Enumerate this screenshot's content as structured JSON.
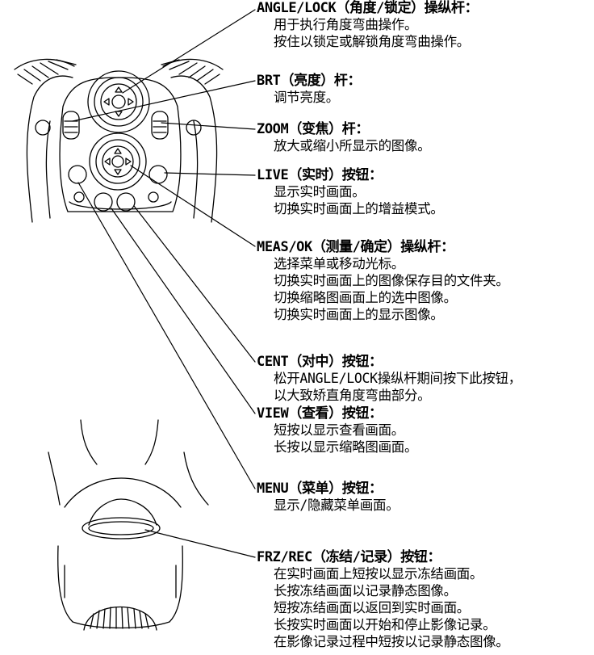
{
  "entries": [
    {
      "title": "ANGLE/LOCK（角度/锁定）操纵杆：",
      "lines": [
        "用于执行角度弯曲操作。",
        "按住以锁定或解锁角度弯曲操作。"
      ]
    },
    {
      "title": "BRT（亮度）杆：",
      "lines": [
        "调节亮度。"
      ]
    },
    {
      "title": "ZOOM（变焦）杆：",
      "lines": [
        "放大或缩小所显示的图像。"
      ]
    },
    {
      "title": "LIVE（实时）按钮：",
      "lines": [
        "显示实时画面。",
        "切换实时画面上的增益模式。"
      ]
    },
    {
      "title": "MEAS/OK（测量/确定）操纵杆：",
      "lines": [
        "选择菜单或移动光标。",
        "切换实时画面上的图像保存目的文件夹。",
        "切换缩略图画面上的选中图像。",
        "切换实时画面上的显示图像。"
      ]
    },
    {
      "title": "CENT（对中）按钮：",
      "lines": [
        "松开ANGLE/LOCK操纵杆期间按下此按钮，",
        "以大致矫直角度弯曲部分。"
      ]
    },
    {
      "title": "VIEW（查看）按钮：",
      "lines": [
        "短按以显示查看画面。",
        "长按以显示缩略图画面。"
      ]
    },
    {
      "title": "MENU（菜单）按钮：",
      "lines": [
        "显示/隐藏菜单画面。"
      ]
    },
    {
      "title": "FRZ/REC（冻结/记录）按钮：",
      "lines": [
        "在实时画面上短按以显示冻结画面。",
        "长按冻结画面以记录静态图像。",
        "短按冻结画面以返回到实时画面。",
        "长按实时画面以开始和停止影像记录。",
        "在影像记录过程中短按以记录静态图像。"
      ]
    }
  ]
}
